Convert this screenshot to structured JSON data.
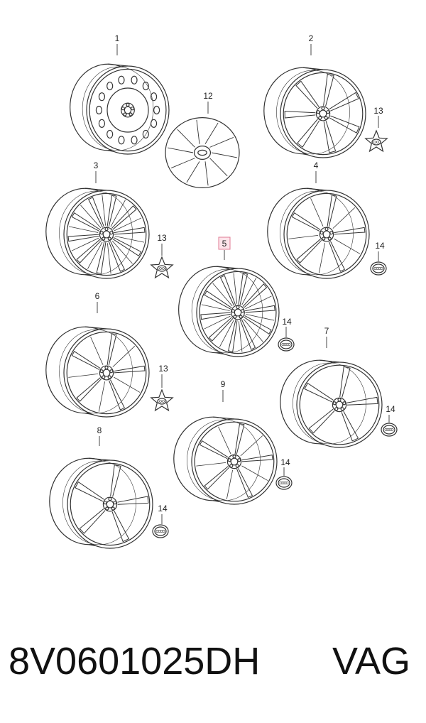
{
  "diagram": {
    "callouts": {
      "c1": "1",
      "c2": "2",
      "c3": "3",
      "c4": "4",
      "c5": "5",
      "c6": "6",
      "c7": "7",
      "c8": "8",
      "c9": "9",
      "c12": "12",
      "c13a": "13",
      "c13b": "13",
      "c13c": "13",
      "c14a": "14",
      "c14b": "14",
      "c14c": "14",
      "c14d": "14",
      "c14e": "14"
    },
    "highlighted_callout": "5",
    "colors": {
      "line": "#333333",
      "highlight_fill": "#fde4ea",
      "highlight_stroke": "#e07c95"
    }
  },
  "footer": {
    "part_number": "8V0601025DH",
    "brand": "VAG"
  }
}
